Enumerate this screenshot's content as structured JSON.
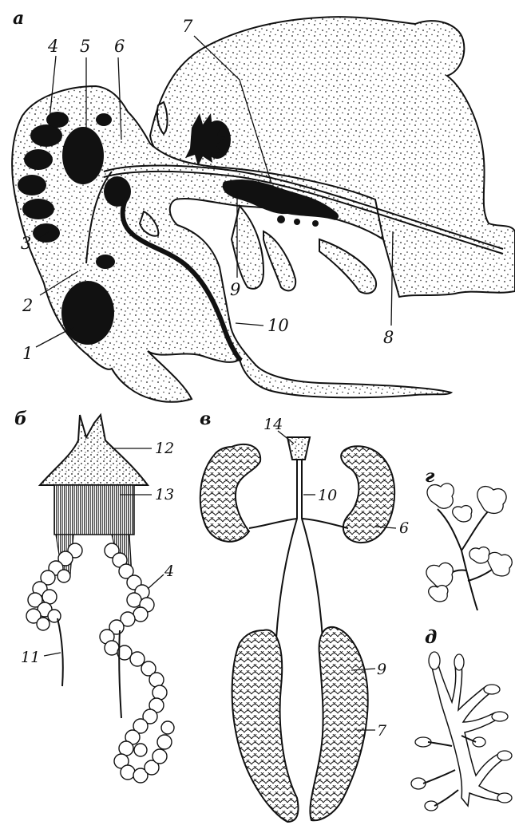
{
  "panels": [
    {
      "id": "a",
      "letter": "а"
    },
    {
      "id": "b",
      "letter": "б"
    },
    {
      "id": "v",
      "letter": "в"
    },
    {
      "id": "g",
      "letter": "г"
    },
    {
      "id": "d",
      "letter": "д"
    }
  ],
  "labels_a": [
    "1",
    "2",
    "3",
    "4",
    "5",
    "6",
    "7",
    "8",
    "9",
    "10"
  ],
  "labels_b": [
    "11",
    "12",
    "13",
    "4"
  ],
  "labels_v": [
    "14",
    "10",
    "6",
    "9",
    "7"
  ],
  "colors": {
    "ink": "#111111",
    "paper": "#ffffff",
    "stipple": "#1a1a1a"
  }
}
